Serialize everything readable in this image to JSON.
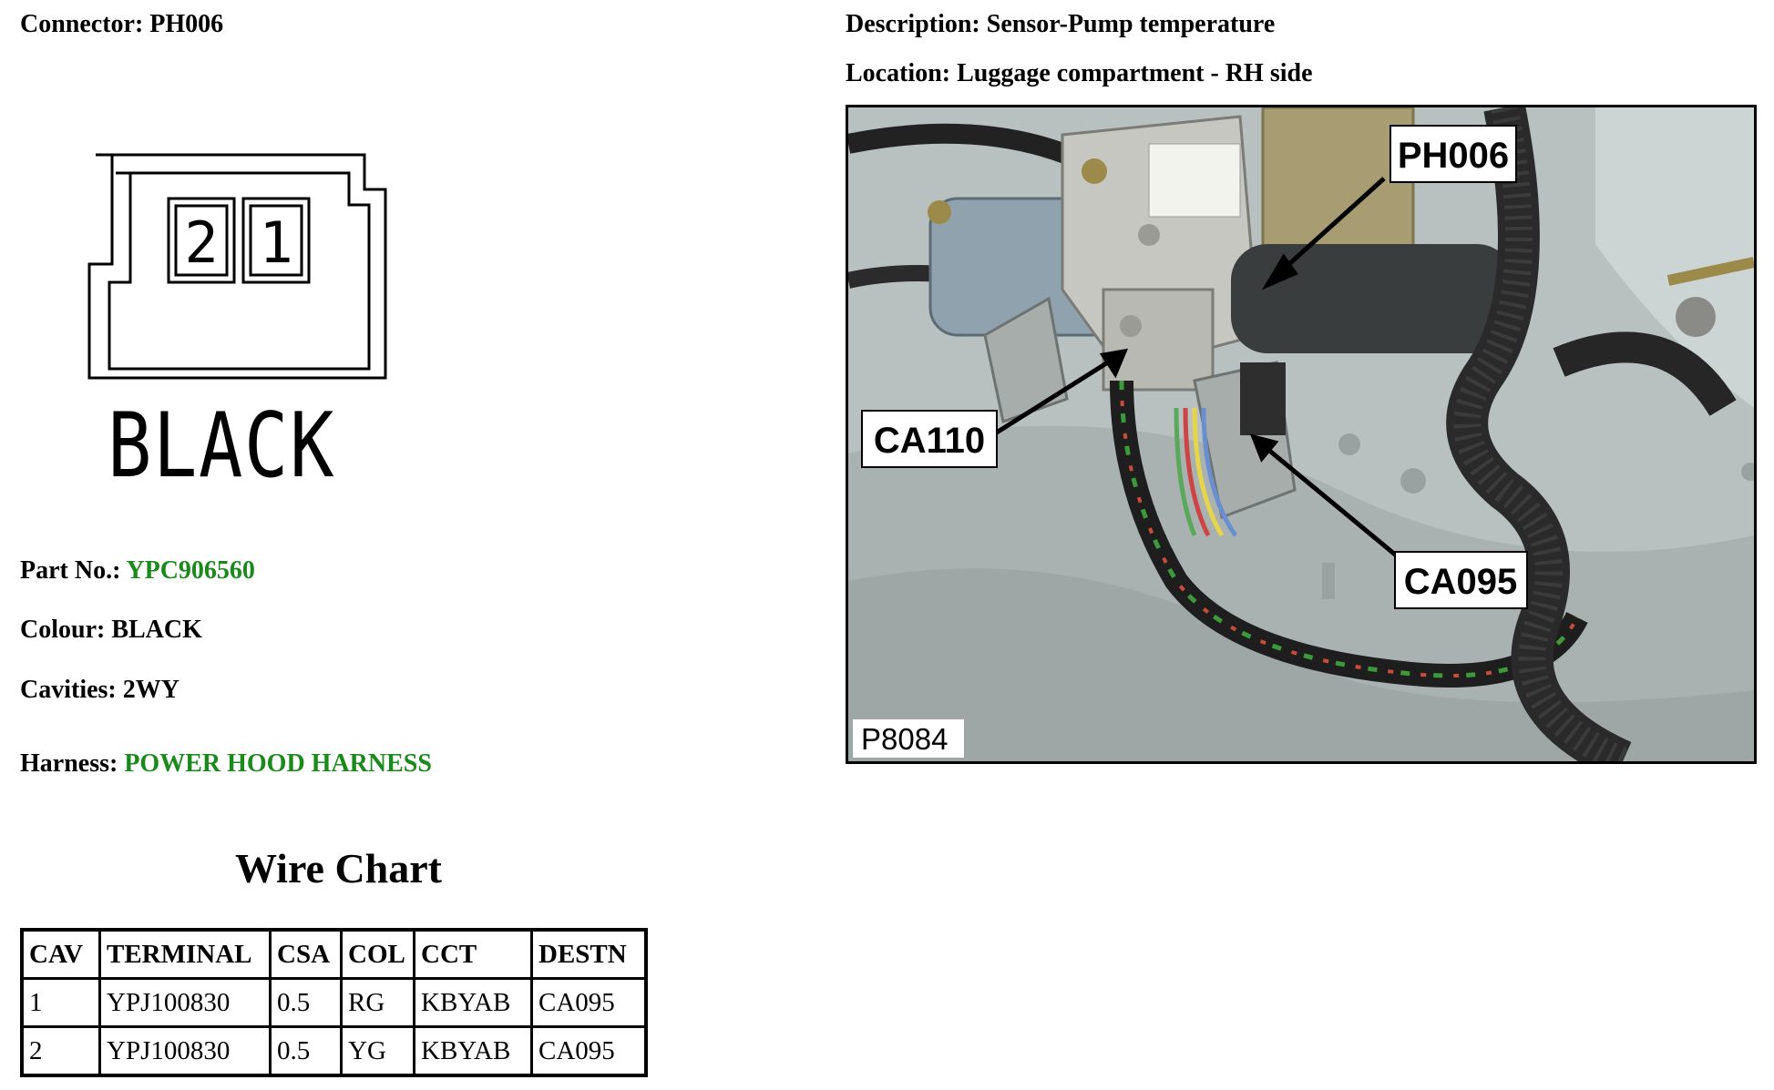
{
  "connector": {
    "label": "Connector:",
    "value": "PH006"
  },
  "description": {
    "label": "Description:",
    "value": "Sensor-Pump temperature"
  },
  "location": {
    "label": "Location:",
    "value": "Luggage compartment - RH side"
  },
  "diagram": {
    "cavity_labels": [
      "2",
      "1"
    ],
    "color_text": "BLACK"
  },
  "part_no": {
    "label": "Part No.:",
    "value": "YPC906560"
  },
  "colour": {
    "label": "Colour:",
    "value": "BLACK"
  },
  "cavities": {
    "label": "Cavities:",
    "value": "2WY"
  },
  "harness": {
    "label": "Harness:",
    "value": "POWER HOOD HARNESS"
  },
  "wire_chart": {
    "title": "Wire Chart",
    "headers": [
      "CAV",
      "TERMINAL",
      "CSA",
      "COL",
      "CCT",
      "DESTN"
    ],
    "rows": [
      [
        "1",
        "YPJ100830",
        "0.5",
        "RG",
        "KBYAB",
        "CA095"
      ],
      [
        "2",
        "YPJ100830",
        "0.5",
        "YG",
        "KBYAB",
        "CA095"
      ]
    ]
  },
  "photo": {
    "callouts": [
      "PH006",
      "CA110",
      "CA095"
    ],
    "figure_id": "P8084"
  },
  "colors": {
    "link_green": "#1a8a1a"
  }
}
